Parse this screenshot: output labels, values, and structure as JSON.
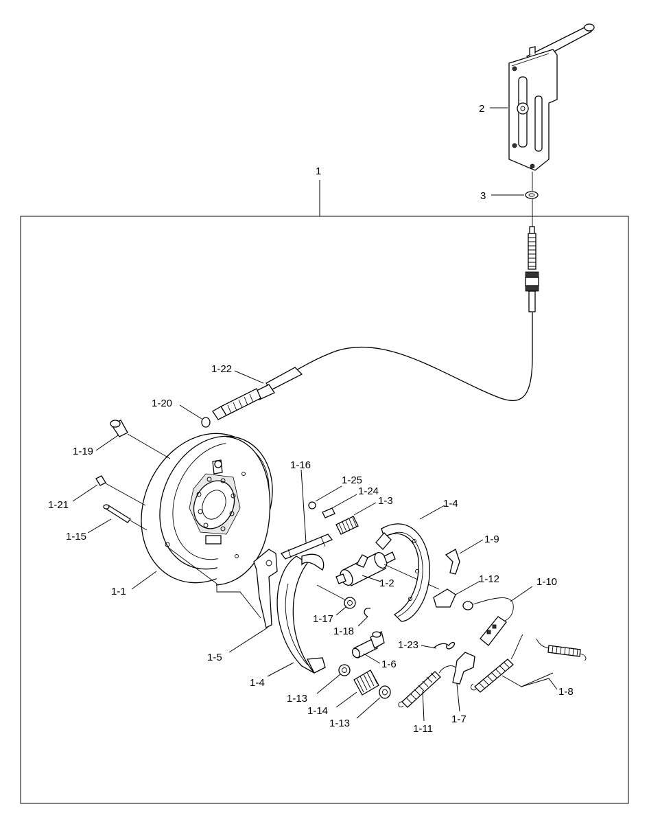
{
  "callouts": [
    {
      "id": "c-1",
      "text": "1"
    },
    {
      "id": "c-2",
      "text": "2"
    },
    {
      "id": "c-3",
      "text": "3"
    },
    {
      "id": "c-1-1",
      "text": "1-1"
    },
    {
      "id": "c-1-2",
      "text": "1-2"
    },
    {
      "id": "c-1-3",
      "text": "1-3"
    },
    {
      "id": "c-1-4a",
      "text": "1-4"
    },
    {
      "id": "c-1-4b",
      "text": "1-4"
    },
    {
      "id": "c-1-5",
      "text": "1-5"
    },
    {
      "id": "c-1-6",
      "text": "1-6"
    },
    {
      "id": "c-1-7",
      "text": "1-7"
    },
    {
      "id": "c-1-8",
      "text": "1-8"
    },
    {
      "id": "c-1-9",
      "text": "1-9"
    },
    {
      "id": "c-1-10",
      "text": "1-10"
    },
    {
      "id": "c-1-11",
      "text": "1-11"
    },
    {
      "id": "c-1-12",
      "text": "1-12"
    },
    {
      "id": "c-1-13a",
      "text": "1-13"
    },
    {
      "id": "c-1-13b",
      "text": "1-13"
    },
    {
      "id": "c-1-14",
      "text": "1-14"
    },
    {
      "id": "c-1-15",
      "text": "1-15"
    },
    {
      "id": "c-1-16",
      "text": "1-16"
    },
    {
      "id": "c-1-17",
      "text": "1-17"
    },
    {
      "id": "c-1-18",
      "text": "1-18"
    },
    {
      "id": "c-1-19",
      "text": "1-19"
    },
    {
      "id": "c-1-20",
      "text": "1-20"
    },
    {
      "id": "c-1-21",
      "text": "1-21"
    },
    {
      "id": "c-1-22",
      "text": "1-22"
    },
    {
      "id": "c-1-23",
      "text": "1-23"
    },
    {
      "id": "c-1-24",
      "text": "1-24"
    },
    {
      "id": "c-1-25",
      "text": "1-25"
    }
  ]
}
